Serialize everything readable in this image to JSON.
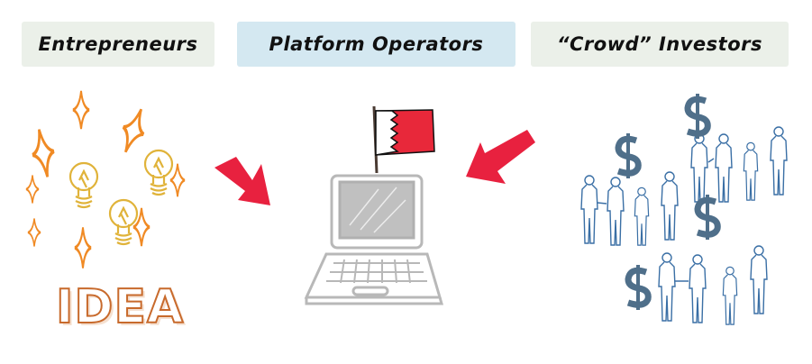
{
  "labels": {
    "entrepreneurs": "Entrepreneurs",
    "platform_operators": "Platform Operators",
    "crowd_investors": "“Crowd” Investors"
  },
  "idea_text": "IDEA",
  "colors": {
    "label_green": "#ebf0e9",
    "label_blue": "#d4e8f1",
    "sparkle": "#f08a24",
    "bulb": "#e0b33a",
    "idea": "#c86a2c",
    "arrow": "#e8213f",
    "laptop": "#b8b8b8",
    "flag_red": "#e8283a",
    "people": "#3a6fa5",
    "dollar": "#4f6f8a"
  },
  "icons": [
    "sparkle-icon",
    "lightbulb-icon",
    "arrow-icon",
    "laptop-icon",
    "flag-icon",
    "person-icon",
    "dollar-icon"
  ]
}
